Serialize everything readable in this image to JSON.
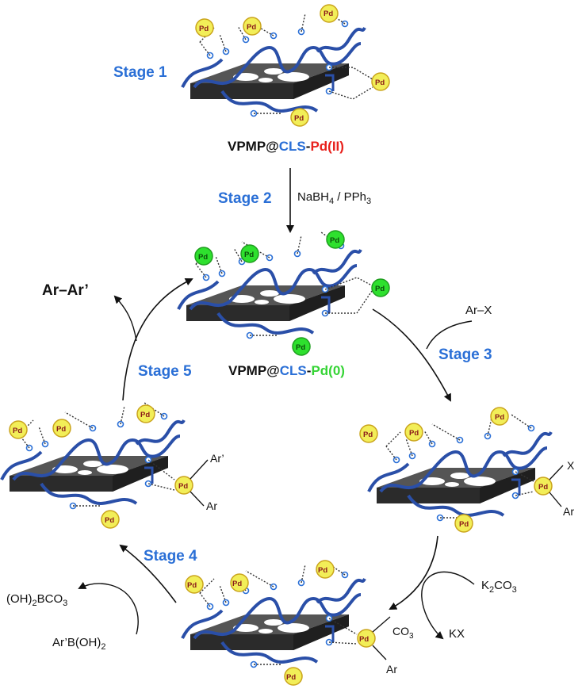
{
  "diagram": {
    "stages": {
      "stage1": "Stage 1",
      "stage2": "Stage 2",
      "stage3": "Stage 3",
      "stage4": "Stage 4",
      "stage5": "Stage 5"
    },
    "catalyst_ii": {
      "part1": "VPMP@",
      "part2": "CLS",
      "part3": "-",
      "part4": "Pd(II)"
    },
    "catalyst_0": {
      "part1": "VPMP@",
      "part2": "CLS",
      "part3": "-",
      "part4": "Pd(0)"
    },
    "reagents": {
      "stage2_main": "NaBH",
      "stage2_sub1": "4",
      "stage2_rest": " / PPh",
      "stage2_sub2": "3",
      "aryl_halide": "Ar–X",
      "base_main": "K",
      "base_sub": "2",
      "base_rest": "CO",
      "base_sub2": "3",
      "salt": "KX",
      "boronic_main": "Ar’B(OH)",
      "boronic_sub": "2",
      "borate_main": "(OH)",
      "borate_sub": "2",
      "borate_rest": "BCO",
      "borate_sub2": "3",
      "product": "Ar–Ar’"
    },
    "ligands": {
      "x": "X",
      "ar": "Ar",
      "ar_prime": "Ar’",
      "co3_main": "CO",
      "co3_sub": "3"
    },
    "pd_label": "Pd",
    "colors": {
      "stage_blue": "#2a6fd6",
      "pd_ii_fill": "#f2ee58",
      "pd_0_fill": "#2ee02e",
      "red": "#e8211c",
      "green": "#35d435",
      "cls_blue": "#2a6fd6",
      "sheet": "#3b3b3b",
      "polymer": "#2a4fa8"
    }
  }
}
